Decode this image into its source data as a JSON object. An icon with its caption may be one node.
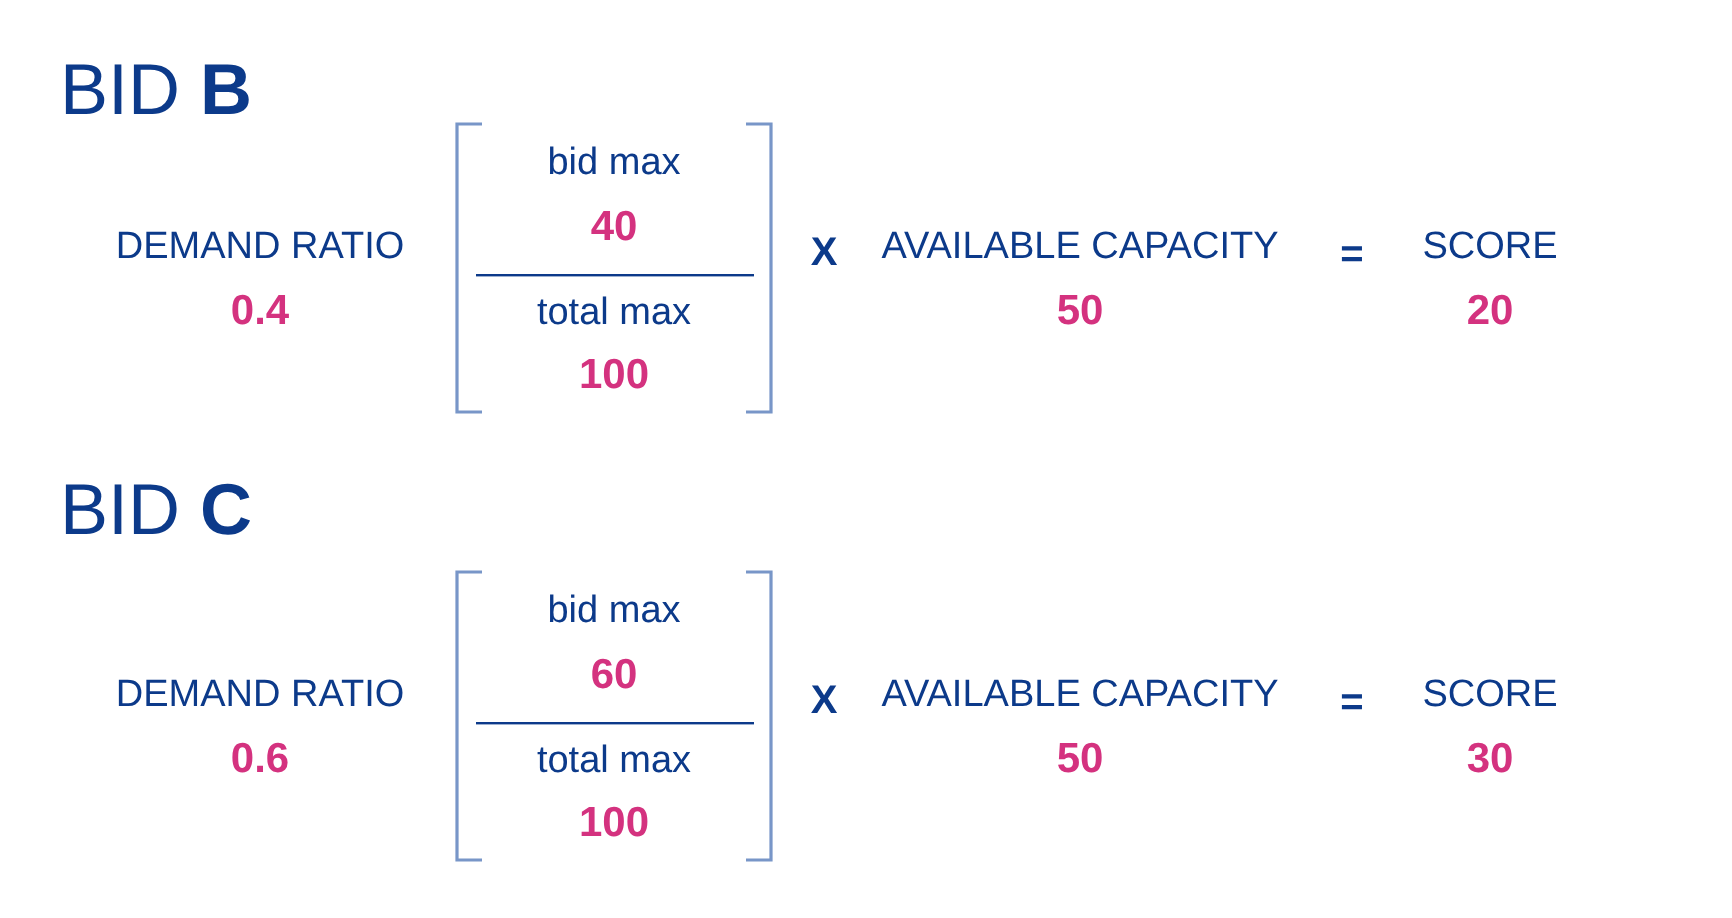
{
  "diagram": {
    "labels": [
      "BID **B**",
      "DEMAND RATIO",
      "0.4",
      "bid max",
      "40",
      "total max",
      "100",
      "X",
      "AVAILABLE CAPACITY",
      "50",
      "=",
      "SCORE",
      "20",
      "BID **C**",
      "DEMAND RATIO",
      "0.6",
      "bid max",
      "60",
      "total max",
      "100",
      "X",
      "AVAILABLE CAPACITY",
      "50",
      "=",
      "SCORE",
      "30"
    ]
  }
}
